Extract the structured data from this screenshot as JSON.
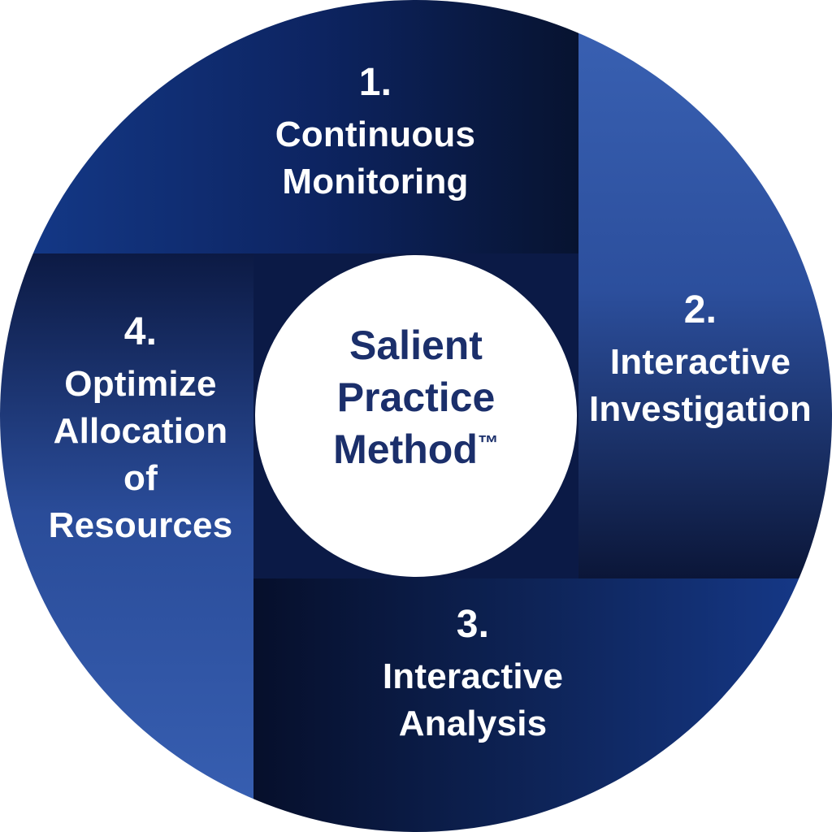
{
  "center": {
    "lines": [
      "Salient",
      "Practice",
      "Method"
    ],
    "mark": "™"
  },
  "steps": [
    {
      "number": "1.",
      "lines": [
        "Continuous",
        "Monitoring"
      ]
    },
    {
      "number": "2.",
      "lines": [
        "Interactive",
        "Investigation"
      ]
    },
    {
      "number": "3.",
      "lines": [
        "Interactive",
        "Analysis"
      ]
    },
    {
      "number": "4.",
      "lines": [
        "Optimize",
        "Allocation",
        "of",
        "Resources"
      ]
    }
  ],
  "colors": {
    "dark_navy": "#0a1535",
    "navy": "#112a6e",
    "royal": "#2f56a8",
    "light_royal": "#3a62b4",
    "center_fill": "#ffffff",
    "center_text": "#1b2f6b"
  }
}
